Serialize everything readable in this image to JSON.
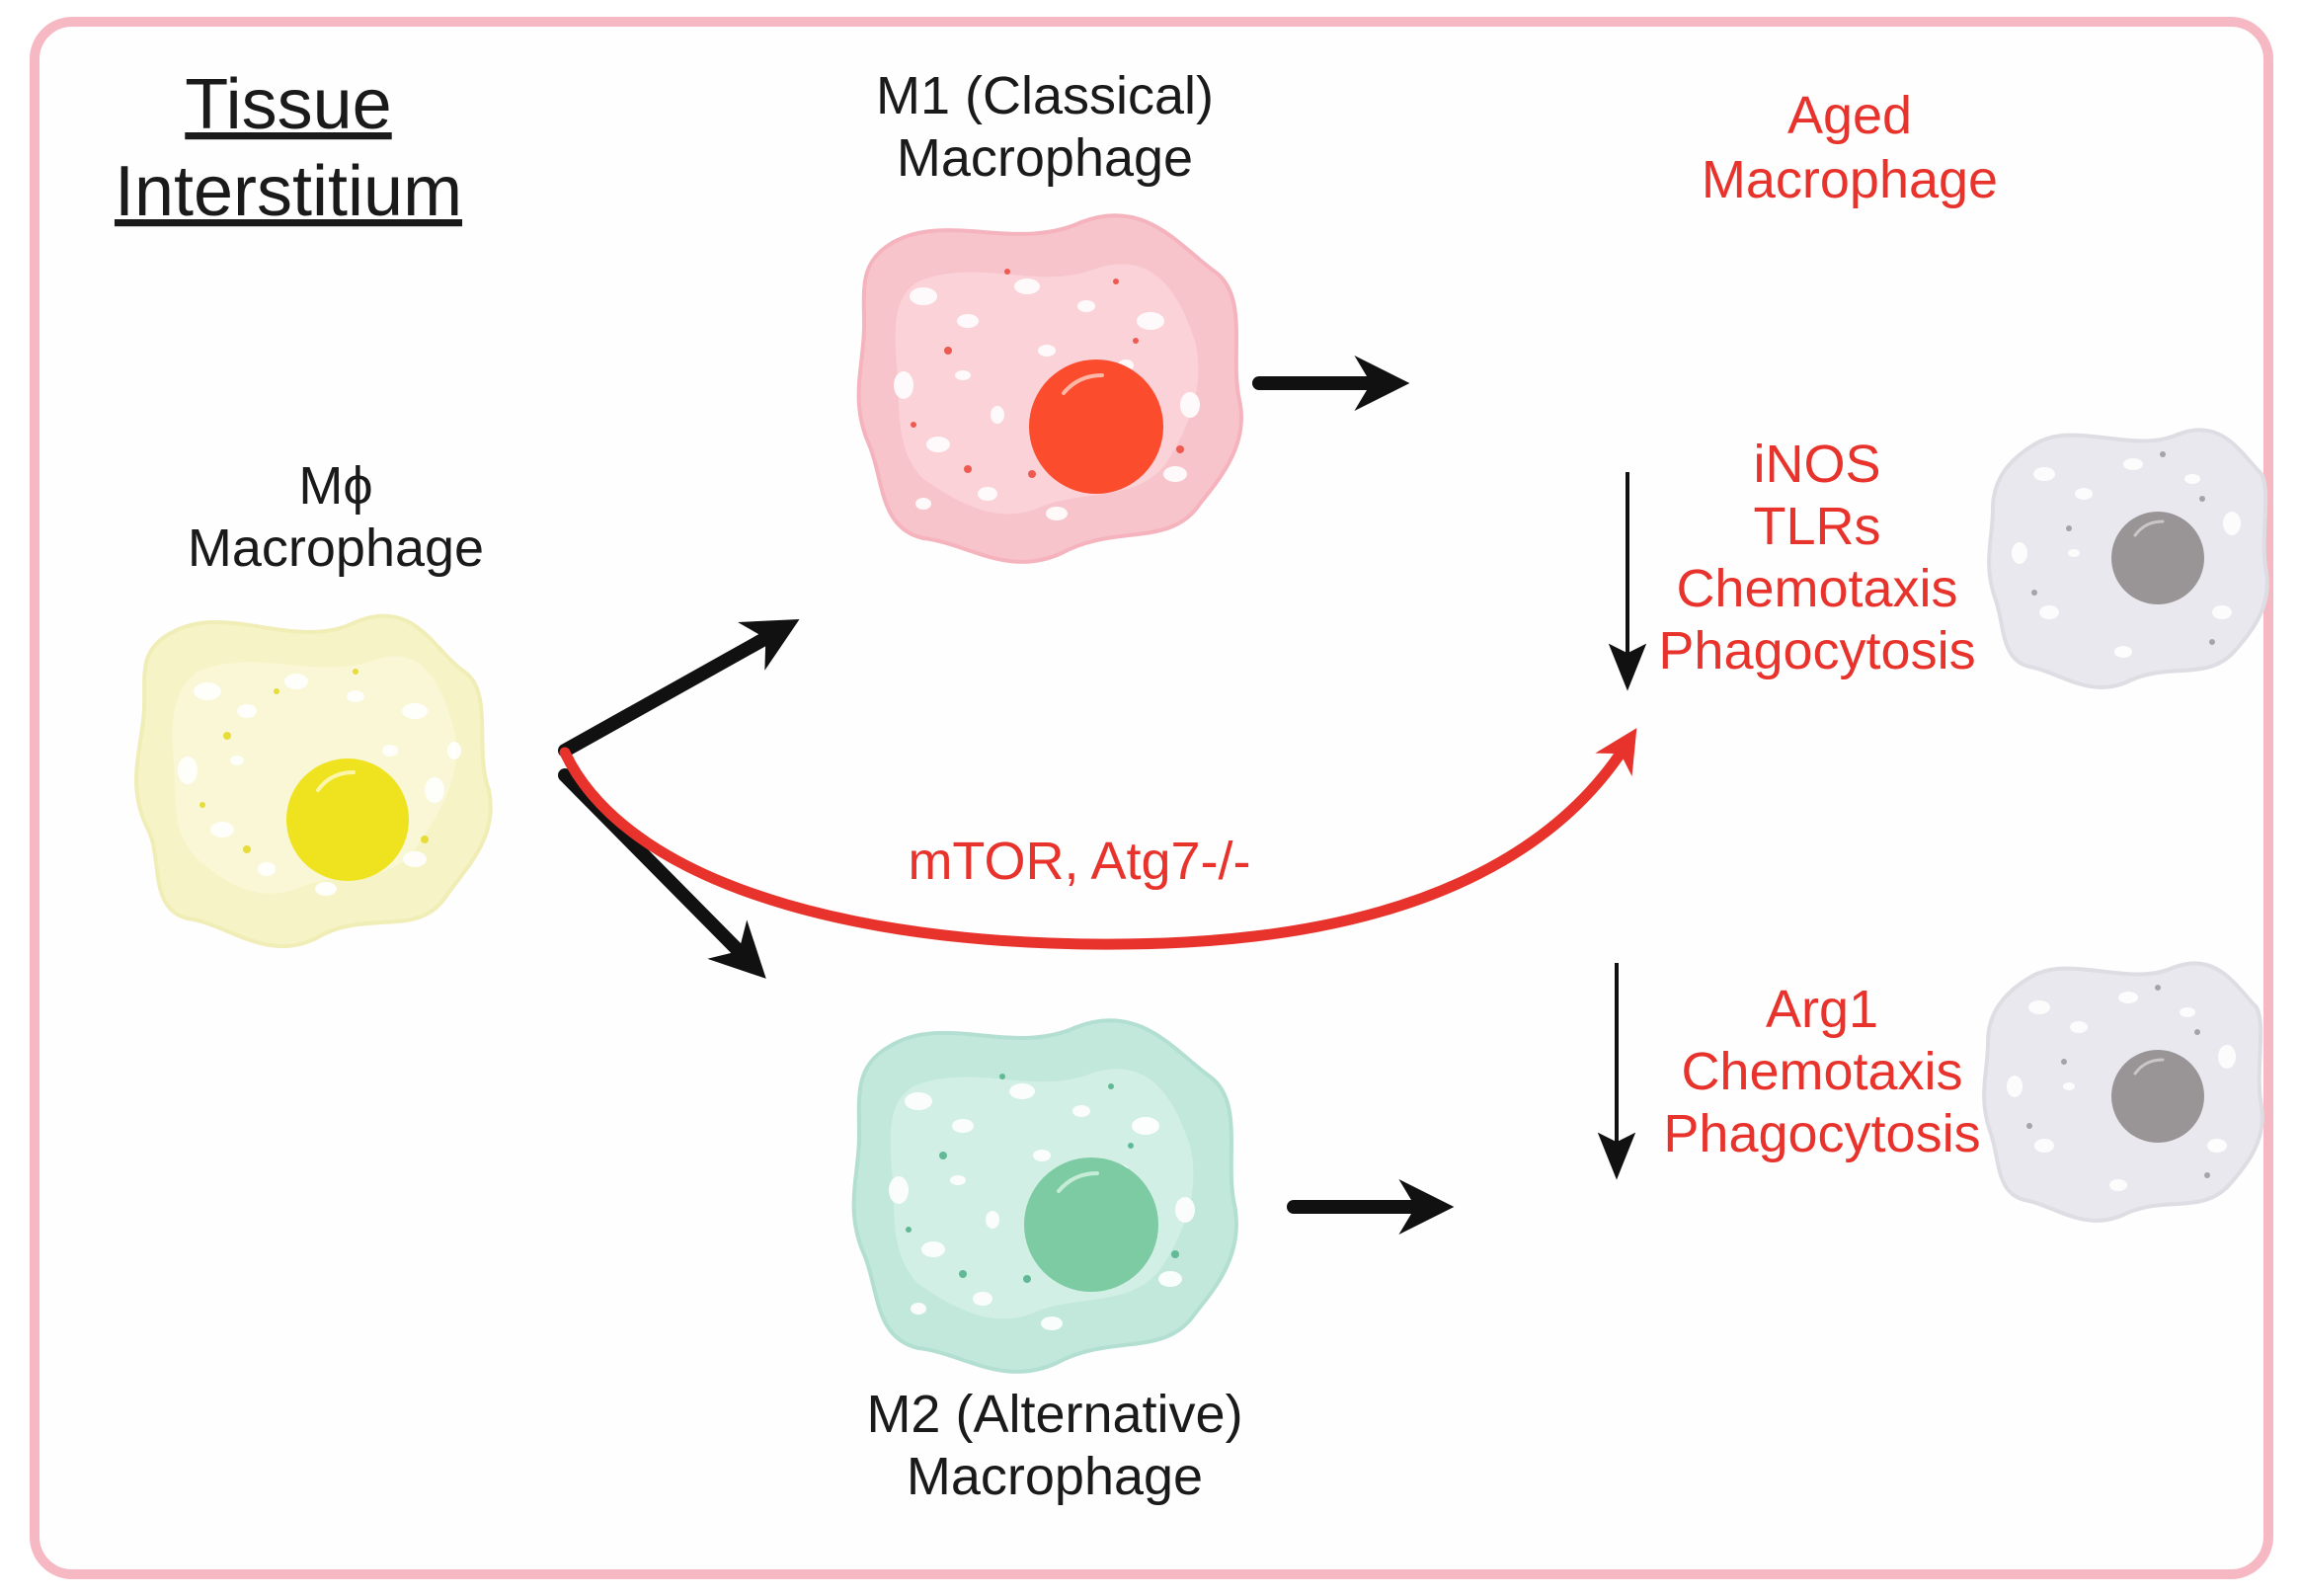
{
  "title": {
    "line1": "Tissue",
    "line2": "Interstitium"
  },
  "macrophage": {
    "line1": "Mϕ",
    "line2": "Macrophage"
  },
  "m1": {
    "line1": "M1 (Classical)",
    "line2": "Macrophage"
  },
  "m2": {
    "line1": "M2 (Alternative)",
    "line2": "Macrophage"
  },
  "aged": {
    "line1": "Aged",
    "line2": "Macrophage"
  },
  "m1_markers": [
    "iNOS",
    "TLRs",
    "Chemotaxis",
    "Phagocytosis"
  ],
  "m2_markers": [
    "Arg1",
    "Chemotaxis",
    "Phagocytosis"
  ],
  "pathway_label": "mTOR, Atg7-/-",
  "colors": {
    "frame": "#f6b8c2",
    "accent_red": "#e8322c",
    "m0_body": "#f6f4c6",
    "m0_nucleus": "#efe21f",
    "m1_body": "#f8c4cc",
    "m1_nucleus": "#fb4c2d",
    "m2_body": "#c2e8dc",
    "m2_nucleus": "#7dcba2",
    "aged_body": "#e9e8ee",
    "aged_nucleus": "#999597"
  }
}
